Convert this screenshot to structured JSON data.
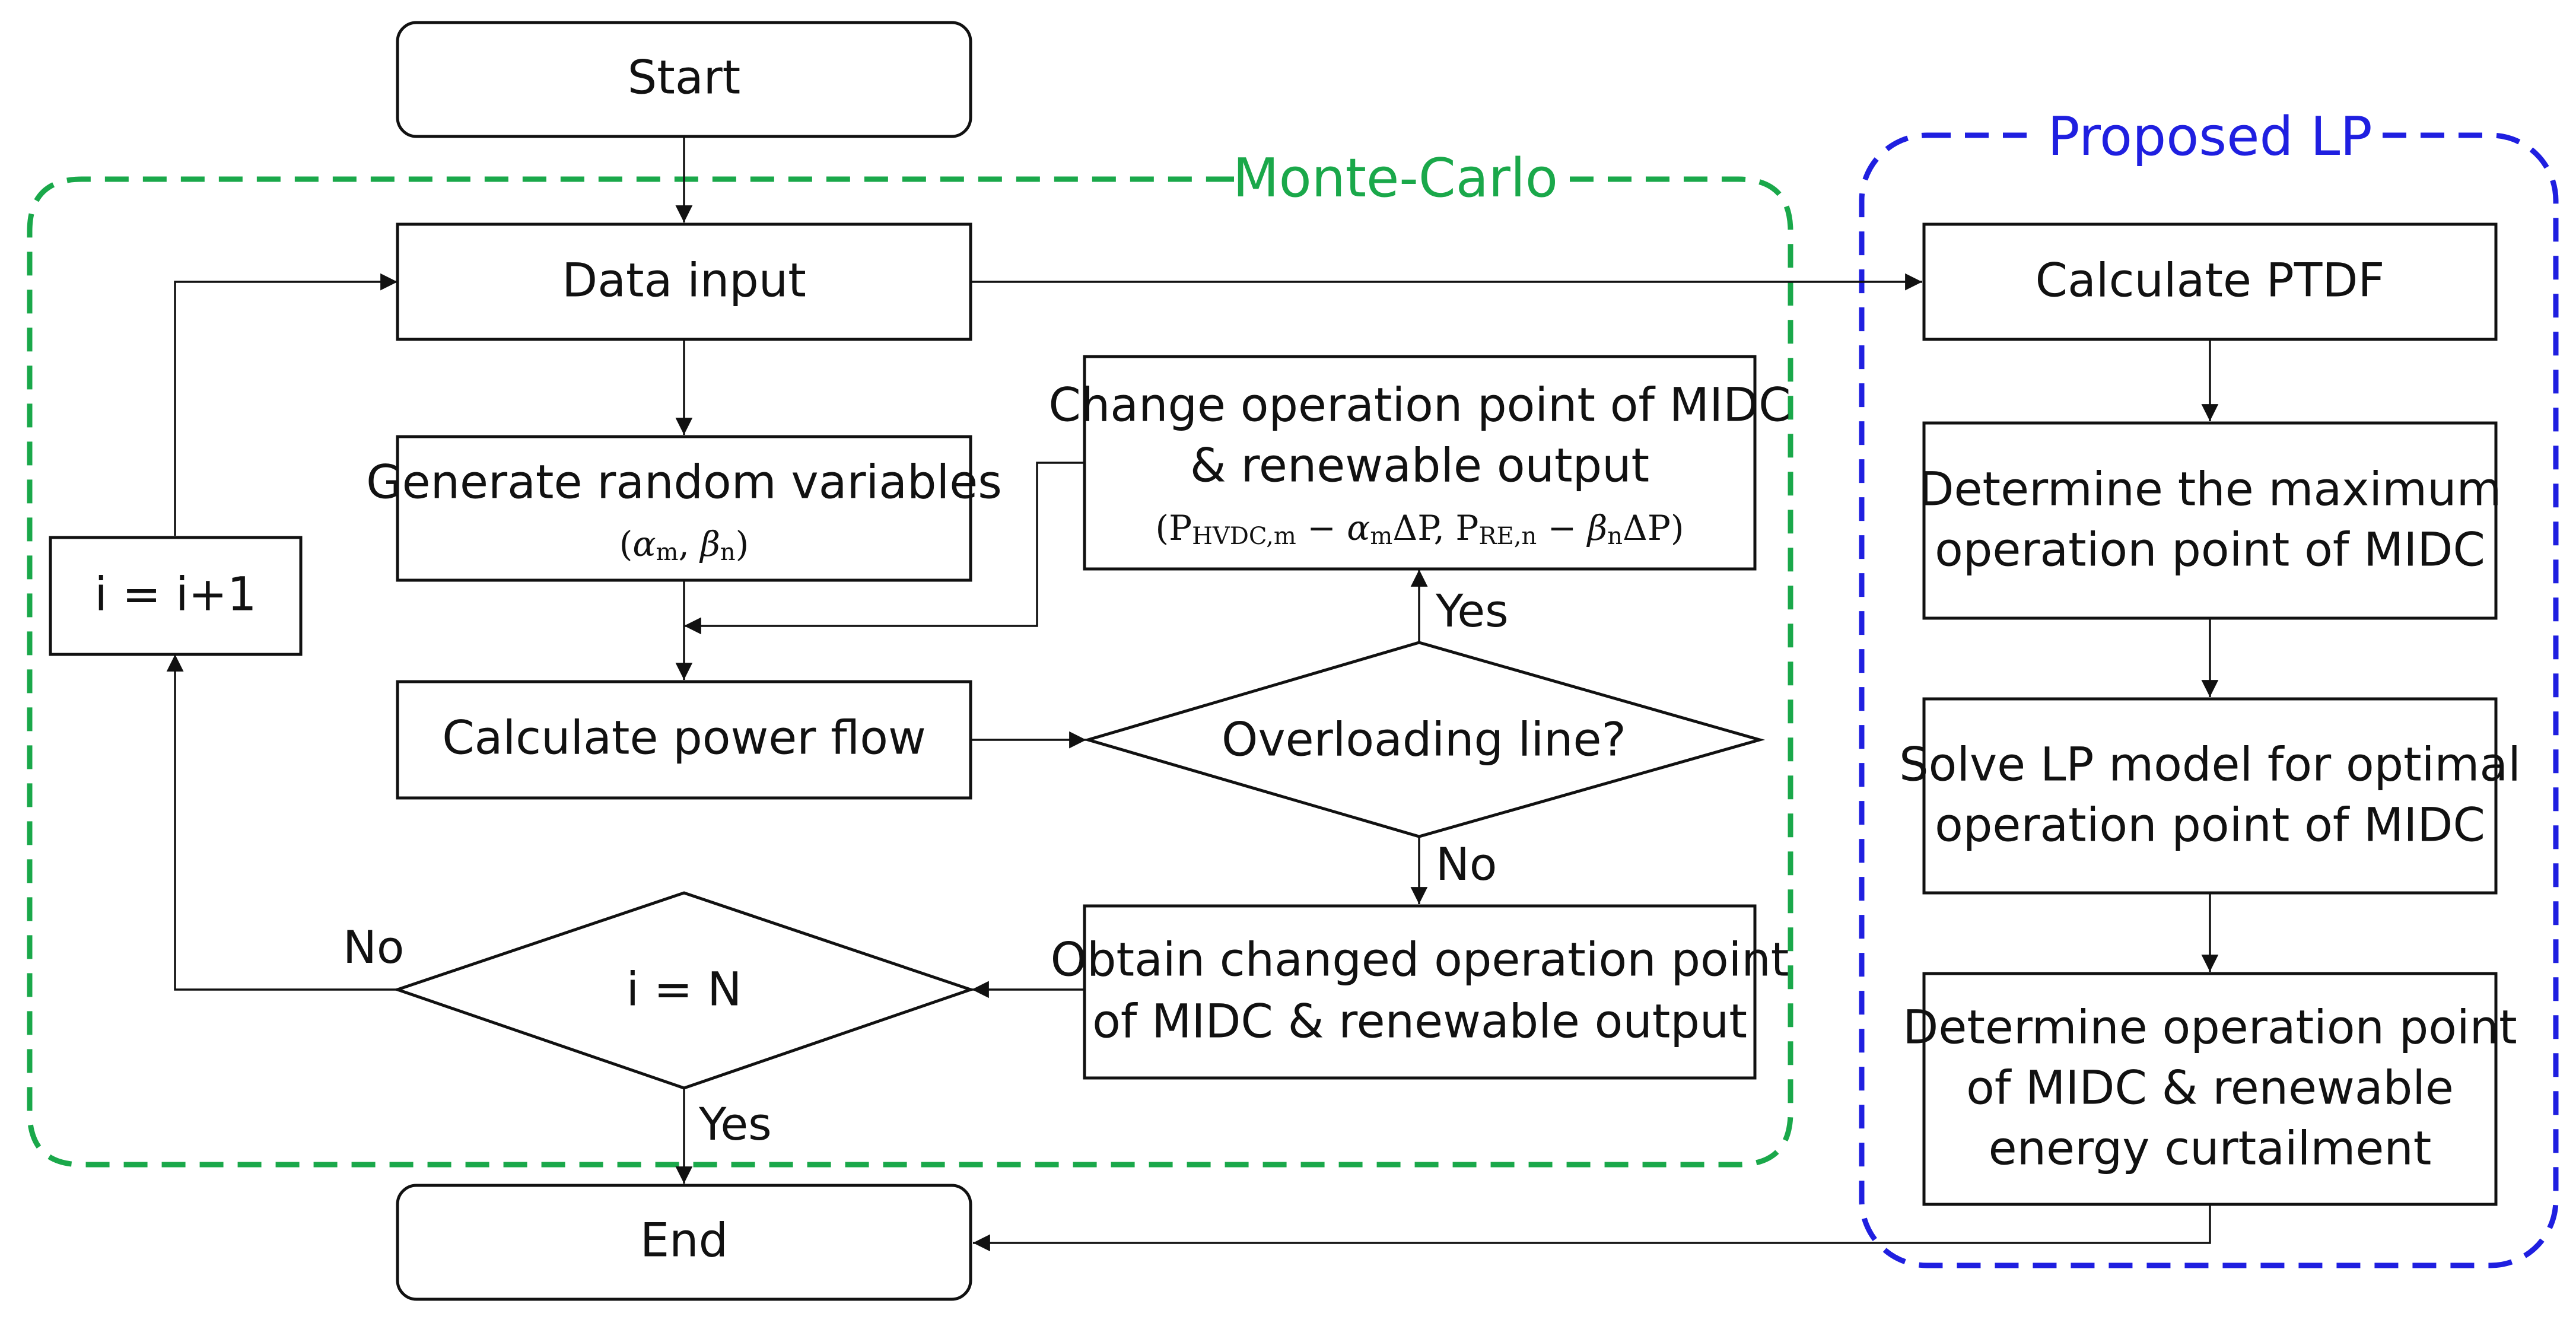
{
  "groups": {
    "monte_carlo": {
      "title": "Monte-Carlo",
      "color": "#1aa84a"
    },
    "proposed_lp": {
      "title": "Proposed LP",
      "color": "#1f1fe0"
    }
  },
  "nodes": {
    "start": "Start",
    "data_input": "Data input",
    "generate": {
      "line1": "Generate random variables",
      "sub": "(α_m, β_n)"
    },
    "change": {
      "line1": "Change operation point of MIDC",
      "line2": "& renewable output",
      "sub": "(P_HVDC,m − α_m ΔP, P_RE,n − β_n ΔP)"
    },
    "calc_flow": "Calculate power flow",
    "overloading": "Overloading line?",
    "obtain": {
      "line1": "Obtain changed operation point",
      "line2": "of MIDC & renewable output"
    },
    "counter_check": "i = N",
    "increment": "i = i+1",
    "end": "End",
    "calc_ptdf": "Calculate PTDF",
    "determine_max": {
      "line1": "Determine the maximum",
      "line2": "operation point of MIDC"
    },
    "solve_lp": {
      "line1": "Solve LP model for optimal",
      "line2": "operation point of MIDC"
    },
    "determine_op": {
      "line1": "Determine operation point",
      "line2": "of MIDC & renewable",
      "line3": "energy curtailment"
    }
  },
  "edge_labels": {
    "overload_yes": "Yes",
    "overload_no": "No",
    "check_no": "No",
    "check_yes": "Yes"
  }
}
